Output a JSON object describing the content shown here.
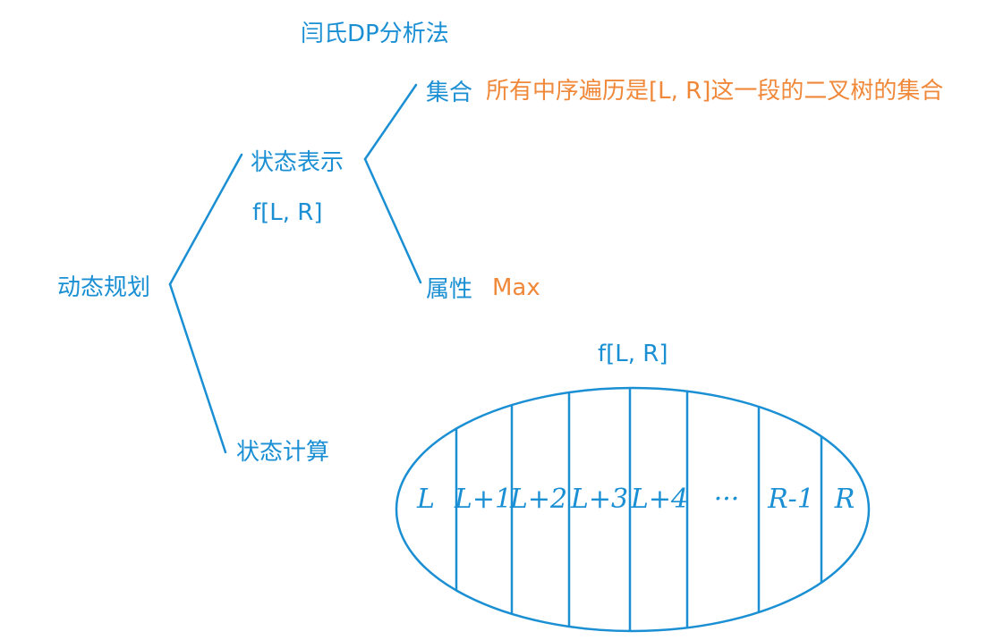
{
  "title": "闫氏DP分析法",
  "tree": {
    "root": "动态规划",
    "state_repr": "状态表示",
    "state_repr_sub": "f[L, R]",
    "set_label": "集合",
    "set_desc": "所有中序遍历是[L, R]这一段的二叉树的集合",
    "attr_label": "属性",
    "attr_value": "Max",
    "state_calc": "状态计算"
  },
  "partition": {
    "title": "f[L, R]",
    "cells": [
      "L",
      "L+1",
      "L+2",
      "L+3",
      "L+4",
      "···",
      "R-1",
      "R"
    ]
  },
  "colors": {
    "blue": "#1a8fd3",
    "orange": "#f0883a"
  }
}
